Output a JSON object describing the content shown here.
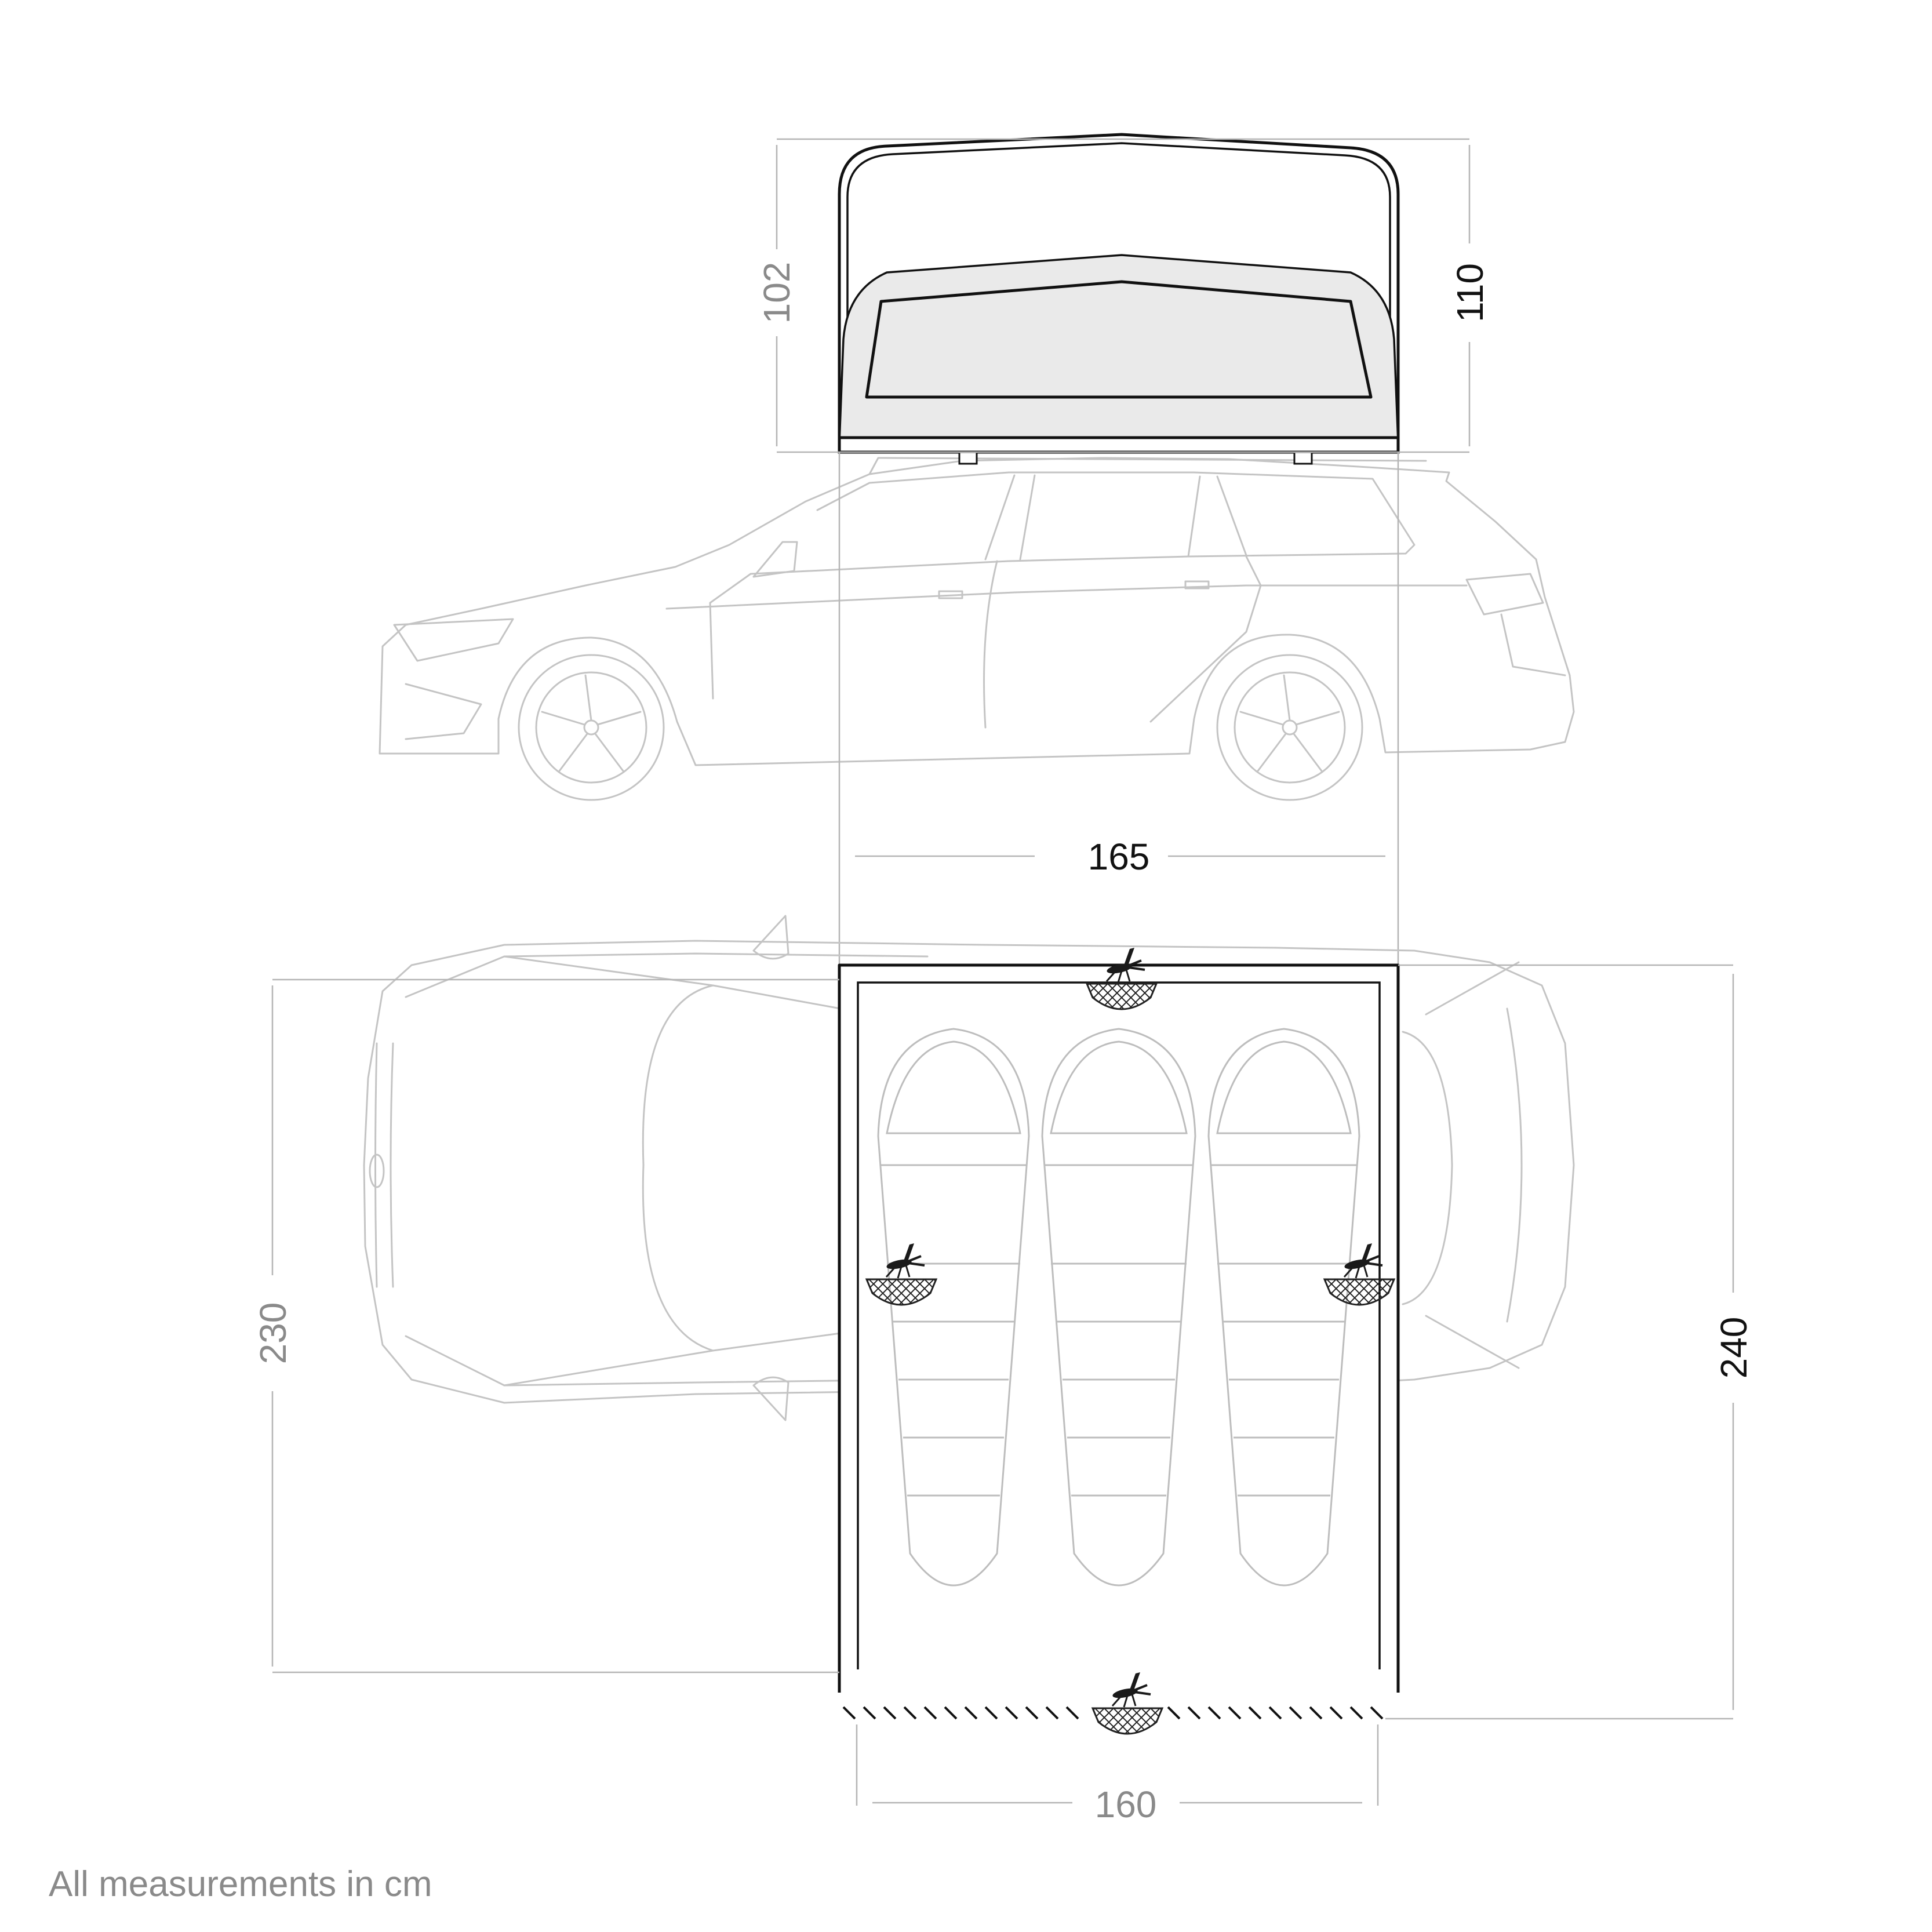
{
  "dimensions": {
    "side_width": "165",
    "side_height_left": "102",
    "side_height_right": "110",
    "plan_width": "160",
    "plan_length_left": "230",
    "plan_length_right": "240"
  },
  "footnote": "All measurements in cm",
  "colors": {
    "outline_dark": "#111111",
    "outline_light": "#c4c4c4",
    "dimension_text_dark": "#111111",
    "dimension_text_grey": "#8a8a8a"
  },
  "icons": [
    "mosquito-mesh-icon",
    "sleeping-bag-icon",
    "car-side-view",
    "car-top-view",
    "tent-side-view",
    "tent-floor-plan"
  ]
}
